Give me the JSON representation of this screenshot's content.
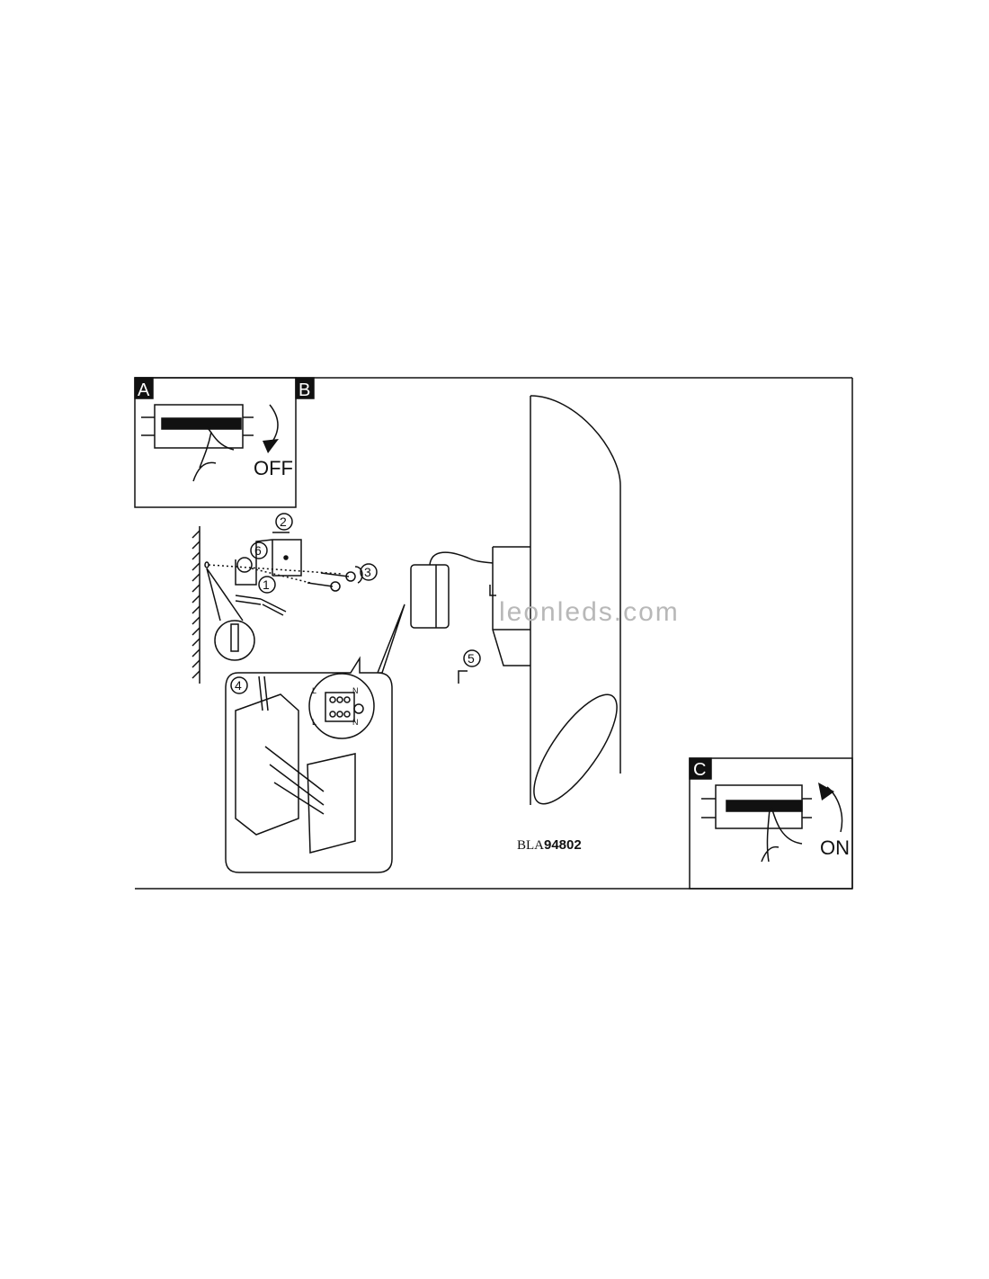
{
  "panels": {
    "a": {
      "label": "A",
      "action": "OFF"
    },
    "b": {
      "label": "B"
    },
    "c": {
      "label": "C",
      "action": "ON"
    }
  },
  "steps": [
    "1",
    "2",
    "3",
    "4",
    "5",
    "6"
  ],
  "terminal_labels": {
    "l_top": "L",
    "n_top": "N",
    "l_bottom": "L",
    "n_bottom": "N"
  },
  "watermark": "leonleds.com",
  "model": {
    "prefix": "BLA",
    "number": "94802"
  }
}
